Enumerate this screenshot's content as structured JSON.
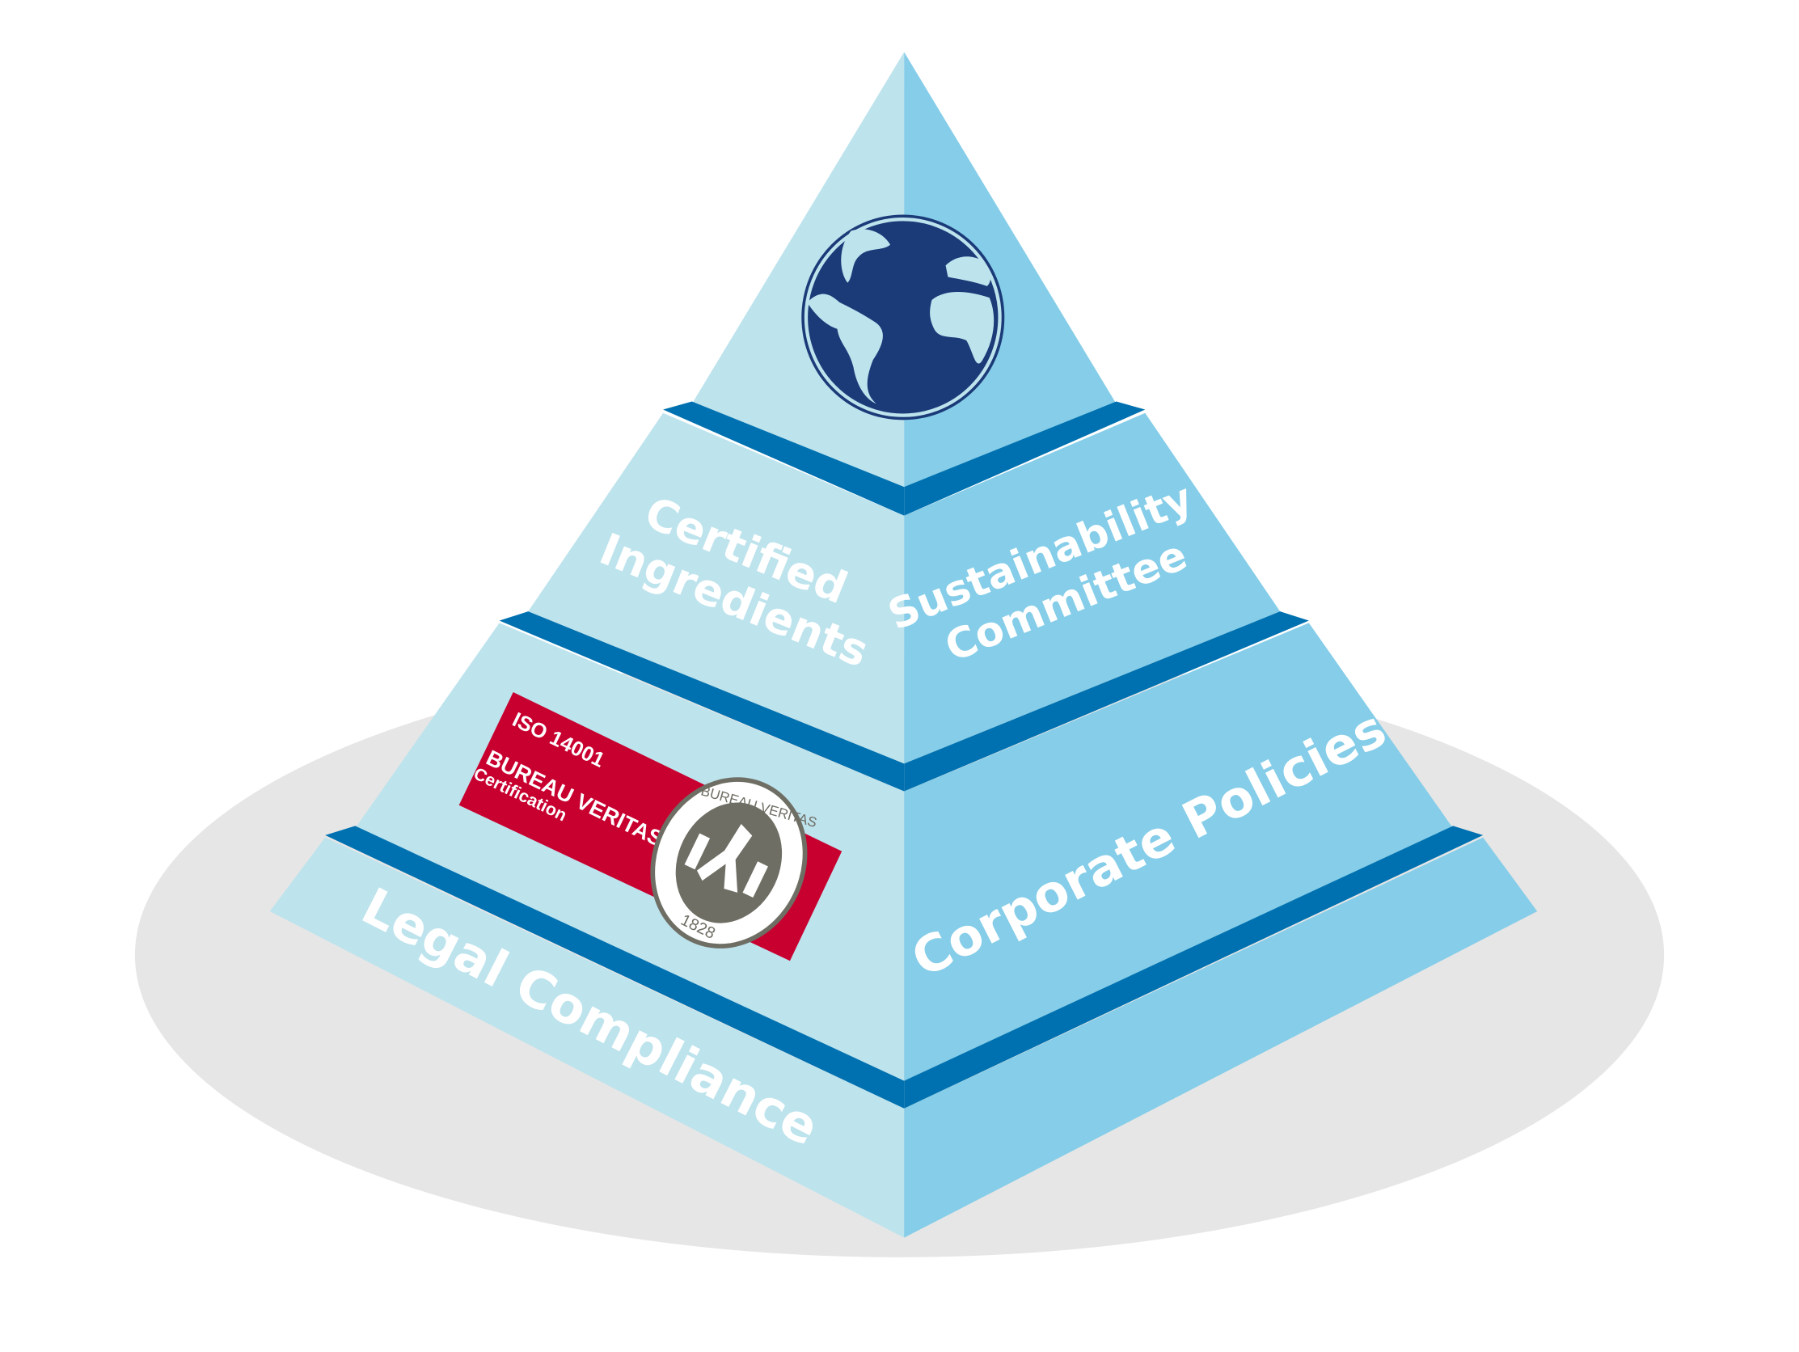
{
  "colors": {
    "left_face": "#bde3ed",
    "right_face": "#85cde8",
    "band": "#0071b0",
    "globe": "#1a3a78",
    "shadow": "#e6e6e6",
    "badge_red": "#c8002f",
    "seal_gray": "#6f6e64"
  },
  "top_icon": "globe-icon",
  "tiers": {
    "tier2_left": [
      "Certified",
      "Ingredients"
    ],
    "tier2_right": [
      "Sustainability",
      "Committee"
    ],
    "tier3_right": "Corporate Policies",
    "tier4_left": "Legal Compliance"
  },
  "badge": {
    "standard": "ISO 14001",
    "brand": "BUREAU VERITAS",
    "sub": "Certification",
    "seal_text": "BUREAU VERITAS",
    "seal_year": "1828"
  }
}
